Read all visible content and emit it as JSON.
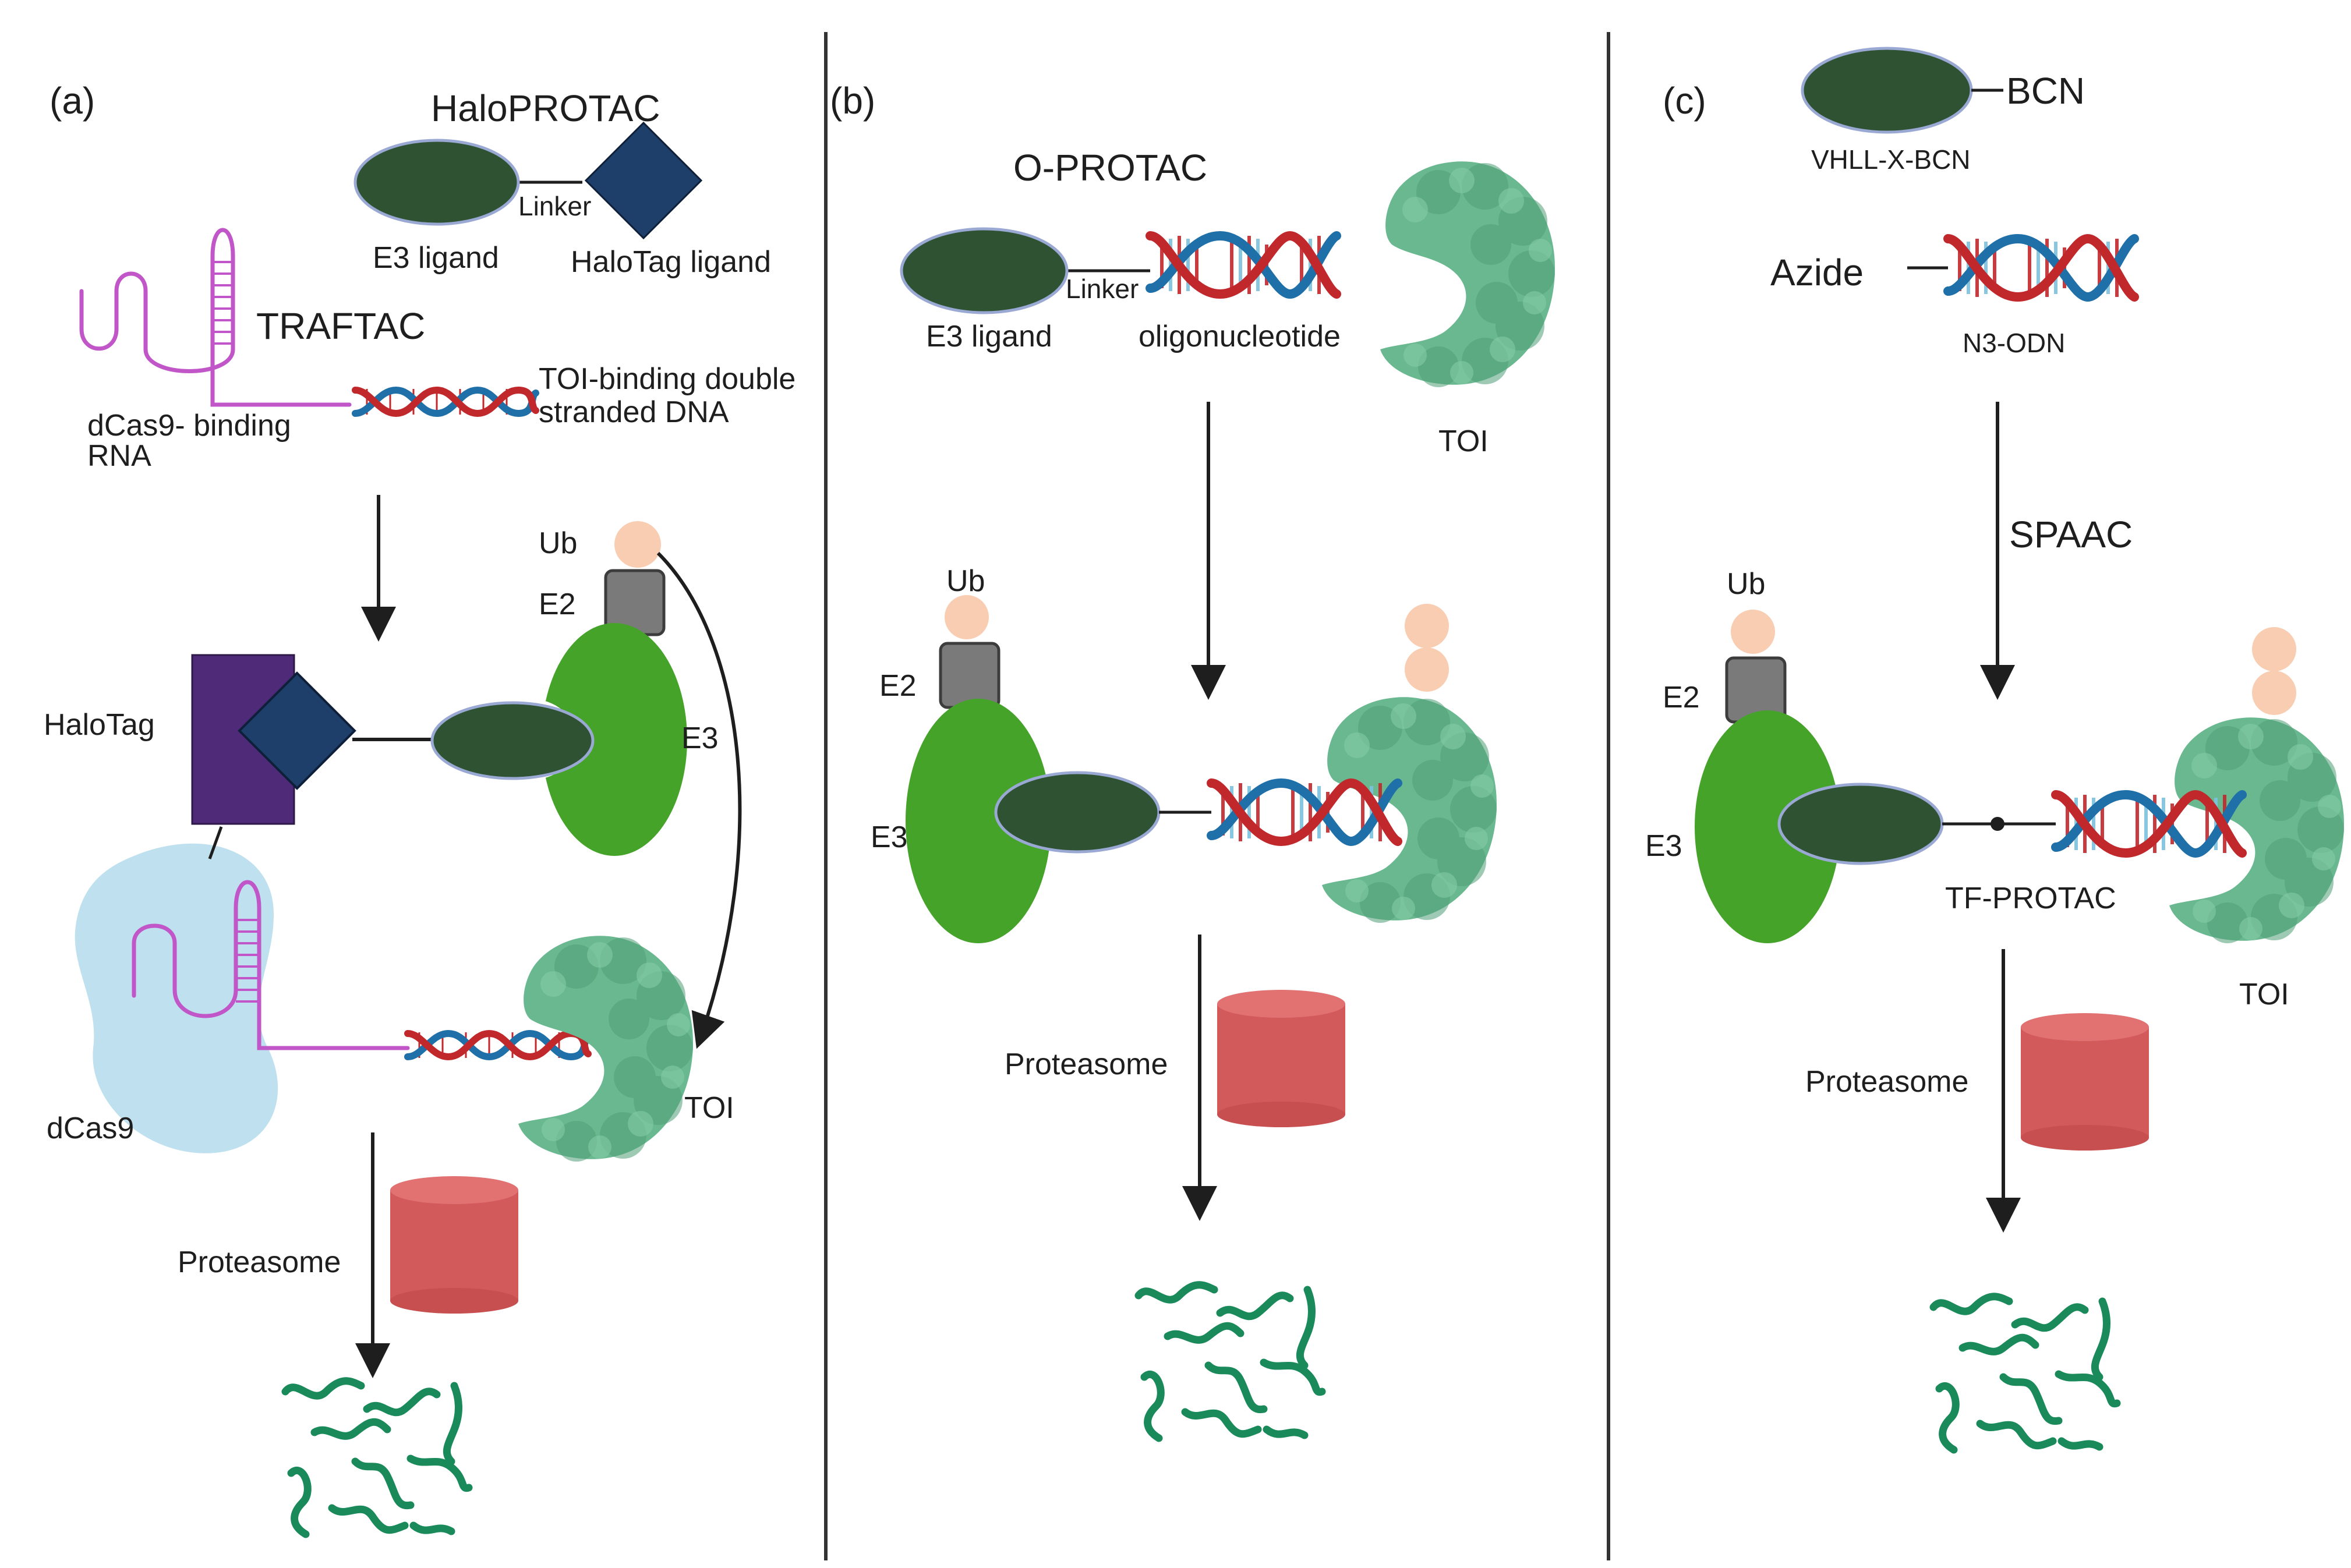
{
  "panels": {
    "a": {
      "letter": "(a)",
      "halo_protac": "HaloPROTAC",
      "linker": "Linker",
      "e3_ligand": "E3 ligand",
      "halotag_ligand": "HaloTag ligand",
      "traftac": "TRAFTAC",
      "rna_label_1": "dCas9- binding",
      "rna_label_2": "RNA",
      "dna_label_1": "TOI-binding double",
      "dna_label_2": "stranded DNA",
      "ub": "Ub",
      "e2": "E2",
      "e3": "E3",
      "halotag": "HaloTag",
      "dcas9": "dCas9",
      "toi": "TOI",
      "proteasome": "Proteasome"
    },
    "b": {
      "letter": "(b)",
      "o_protac": "O-PROTAC",
      "linker": "Linker",
      "e3_ligand": "E3 ligand",
      "oligonucleotide": "oligonucleotide",
      "toi": "TOI",
      "ub": "Ub",
      "e2": "E2",
      "e3": "E3",
      "proteasome": "Proteasome"
    },
    "c": {
      "letter": "(c)",
      "bcn": "BCN",
      "vhll": "VHLL-X-BCN",
      "azide": "Azide",
      "n3_odn": "N3-ODN",
      "spaac": "SPAAC",
      "ub": "Ub",
      "e2": "E2",
      "e3": "E3",
      "tf_protac": "TF-PROTAC",
      "toi": "TOI",
      "proteasome": "Proteasome"
    }
  },
  "colors": {
    "ligand_green": "#2f5233",
    "e3_green": "#46a32a",
    "halotag_purple": "#4f2a78",
    "diamond_blue": "#1f3f6b",
    "toi_green": "#6ab890",
    "proteasome_red": "#d35a5a",
    "ub_peach": "#f9cdb2",
    "e2_gray": "#7a7a7a",
    "dcas9_blue": "#bfe0ee",
    "rna_magenta": "#c156c8",
    "dna_red": "#c0282c",
    "dna_blue": "#1f6fa8",
    "fragment_green": "#1a8a5a"
  }
}
